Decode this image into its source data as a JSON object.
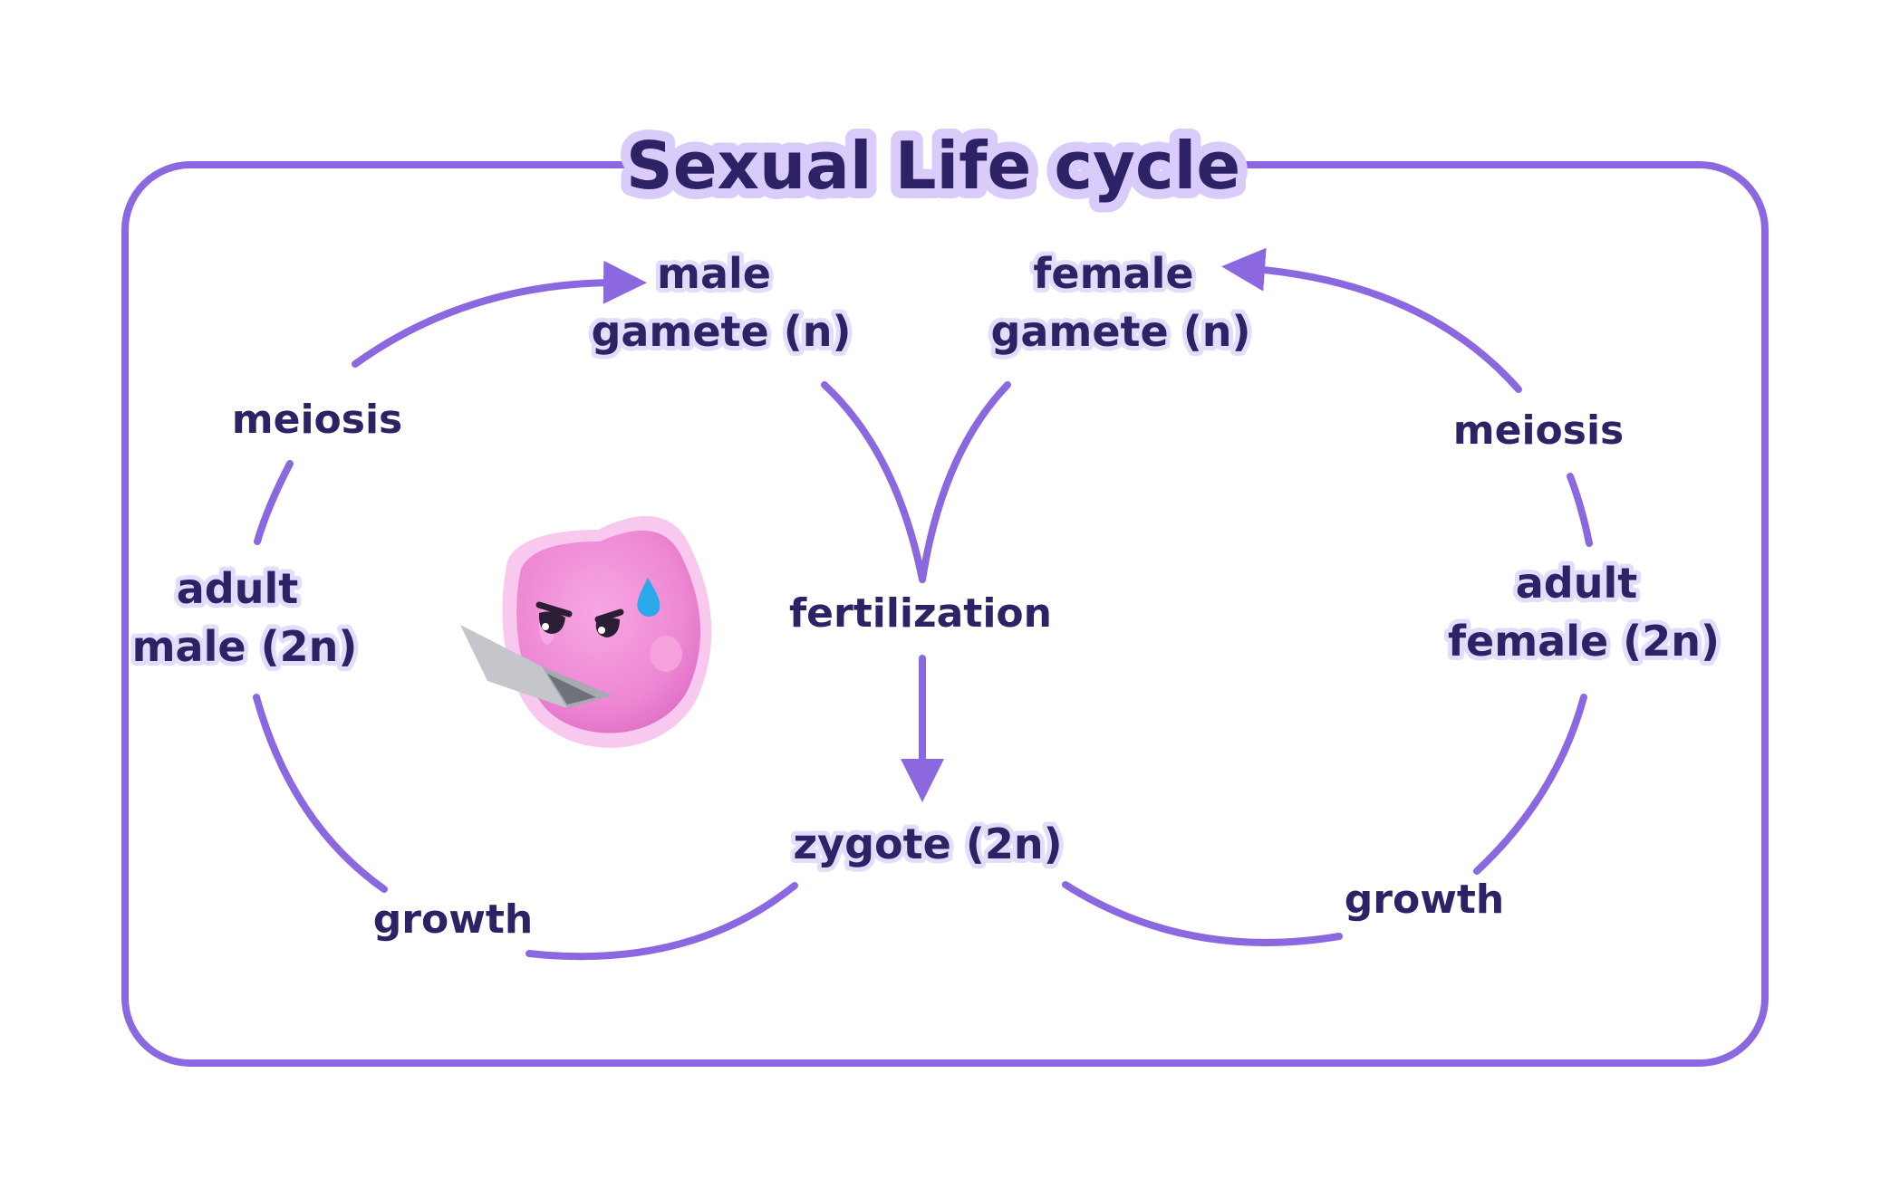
{
  "title": "Sexual Life cycle",
  "nodes": {
    "male_gamete": [
      "male",
      "gamete (n)"
    ],
    "female_gamete": [
      "female",
      "gamete (n)"
    ],
    "adult_male": [
      "adult",
      "male (2n)"
    ],
    "adult_female": [
      "adult",
      "female (2n)"
    ],
    "zygote": "zygote (2n)"
  },
  "processes": {
    "meiosis_left": "meiosis",
    "meiosis_right": "meiosis",
    "fertilization": "fertilization",
    "growth_left": "growth",
    "growth_right": "growth"
  },
  "colors": {
    "line": "#8b68e0",
    "text": "#2e2266",
    "title_highlight": "#d9ccfa",
    "mascot": "#f08bd6"
  },
  "icons": {
    "mascot": "worried-blob-with-laptop-icon"
  }
}
